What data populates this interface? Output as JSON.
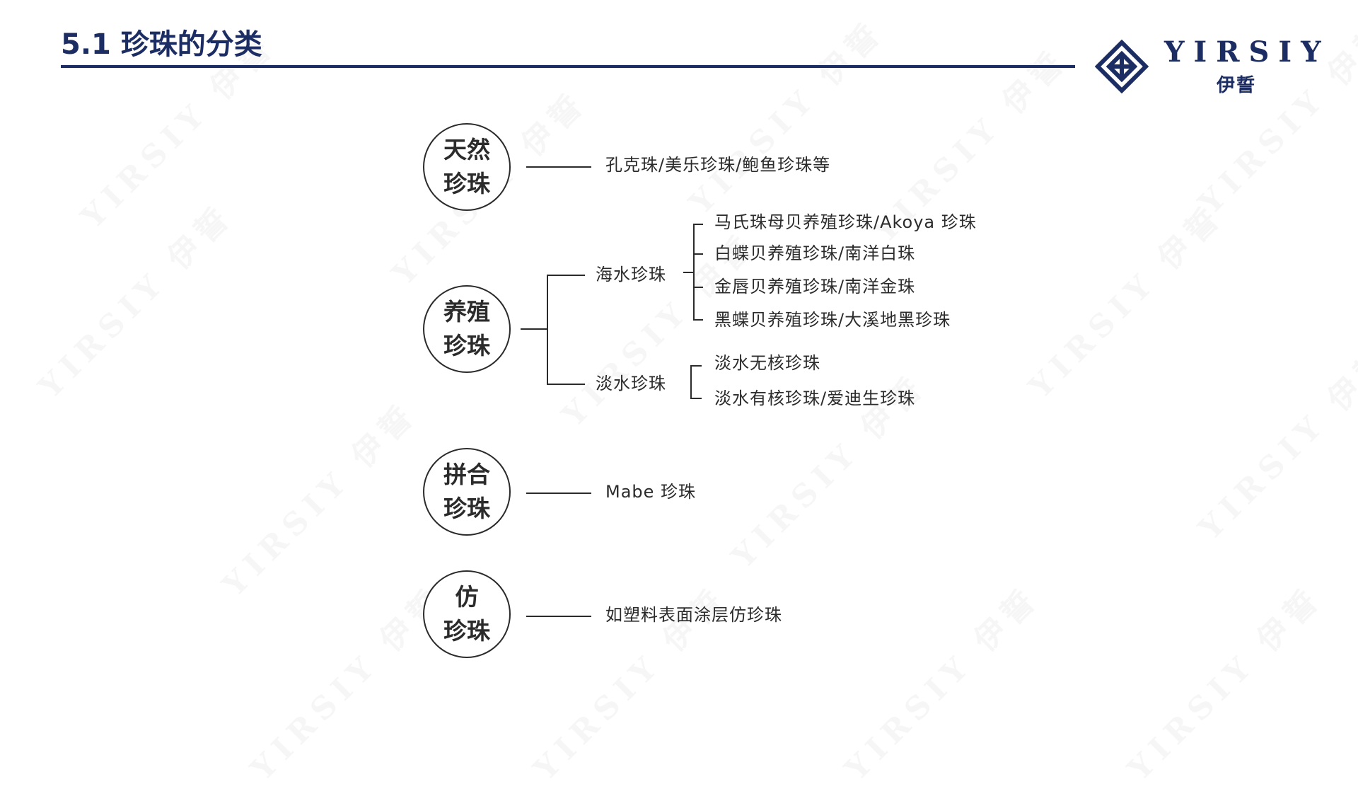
{
  "header": {
    "title": "5.1 珍珠的分类"
  },
  "logo": {
    "wordmark": "YIRSIY",
    "chinese": "伊誓",
    "watermark_mark": "田"
  },
  "categories": [
    {
      "line1": "天然",
      "line2": "珍珠",
      "description": "孔克珠/美乐珍珠/鲍鱼珍珠等"
    },
    {
      "line1": "养殖",
      "line2": "珍珠",
      "subgroups": [
        {
          "label": "海水珍珠",
          "items": [
            "马氏珠母贝养殖珍珠/Akoya 珍珠",
            "白蝶贝养殖珍珠/南洋白珠",
            "金唇贝养殖珍珠/南洋金珠",
            "黑蝶贝养殖珍珠/大溪地黑珍珠"
          ]
        },
        {
          "label": "淡水珍珠",
          "items": [
            "淡水无核珍珠",
            "淡水有核珍珠/爱迪生珍珠"
          ]
        }
      ]
    },
    {
      "line1": "拼合",
      "line2": "珍珠",
      "description": "Mabe 珍珠"
    },
    {
      "line1": "仿",
      "line2": "珍珠",
      "description": "如塑料表面涂层仿珍珠"
    }
  ],
  "colors": {
    "brand_navy": "#1c2d63",
    "line": "#2b2b2b"
  }
}
